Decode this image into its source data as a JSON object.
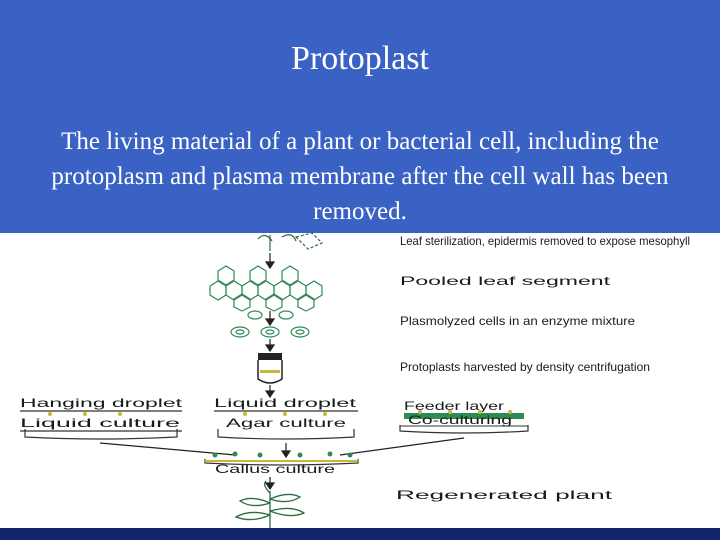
{
  "slide": {
    "title": "Protoplast",
    "body": "The living material of a plant or bacterial cell, including the protoplasm and plasma membrane after the cell wall has been removed.",
    "colors": {
      "header": "#3a62c4",
      "bottom_bar": "#10246e",
      "figure_accent": "#2e8b57",
      "text": "#ffffff"
    }
  },
  "figure": {
    "steps": [
      "Leaf sterilization, epidermis removed to expose mesophyll",
      "Pooled leaf segment",
      "Plasmolyzed cells in an enzyme mixture",
      "Protoplasts harvested by density centrifugation"
    ],
    "cultures": {
      "hanging": [
        "Hanging droplet",
        "Liquid culture"
      ],
      "droplet": [
        "Liquid droplet",
        "Agar culture"
      ],
      "feeder": [
        "Feeder layer",
        "Co-culturing"
      ]
    },
    "callus": "Callus culture",
    "final": "Regenerated plant"
  }
}
